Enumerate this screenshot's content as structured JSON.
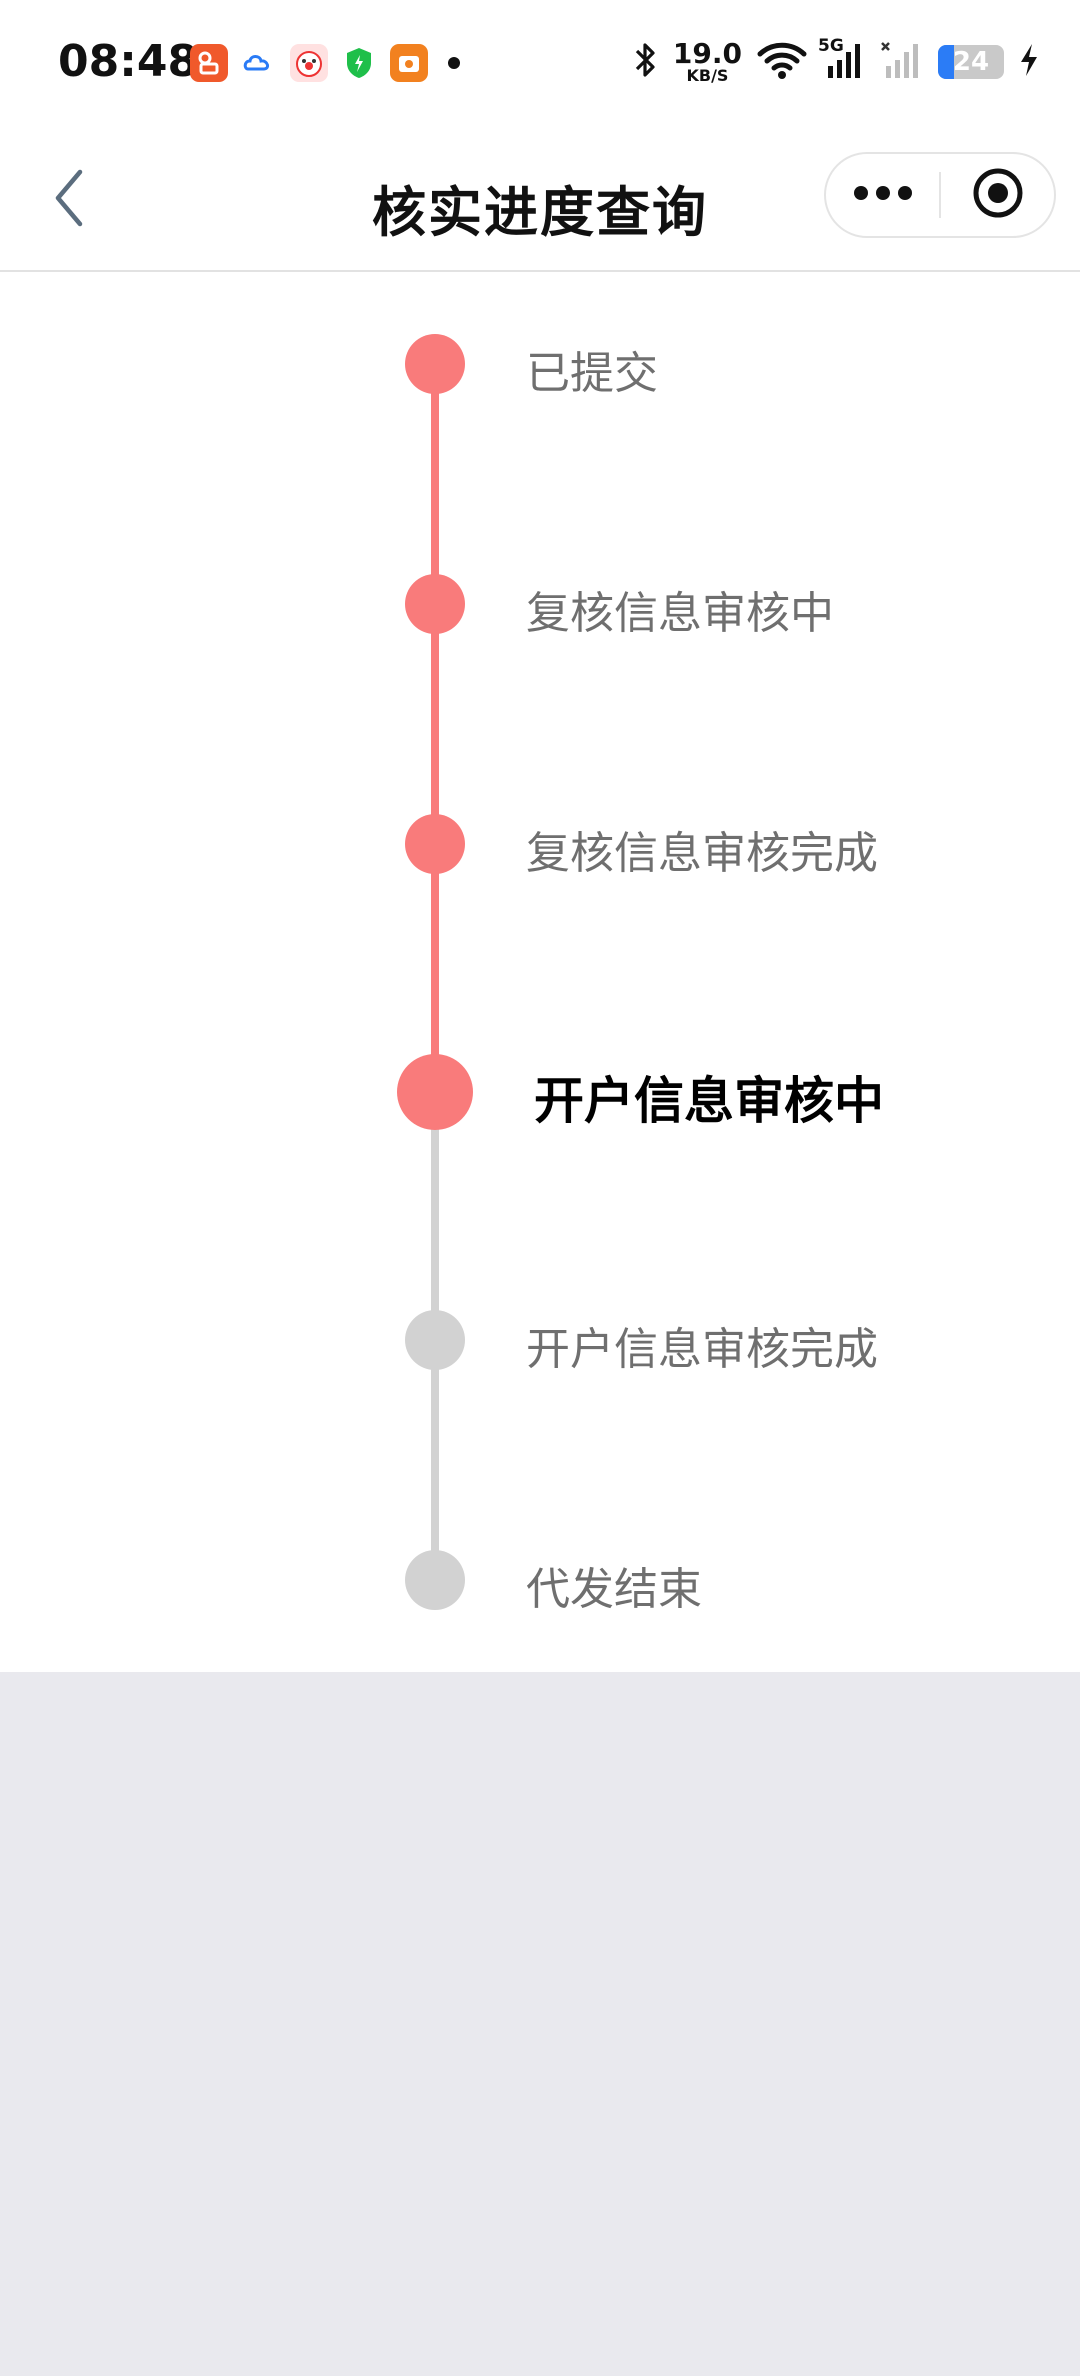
{
  "status_bar": {
    "time": "08:48",
    "net_speed": "19.0",
    "net_unit": "KB/S",
    "signal_label": "5G",
    "battery_level": "24",
    "battery_fraction": 0.24
  },
  "nav": {
    "title": "核实进度查询",
    "back_icon": "chevron-left-icon",
    "more_icon": "more-dots-icon",
    "close_icon": "target-circle-icon"
  },
  "colors": {
    "active": "#f97b7b",
    "inactive": "#d2d2d2",
    "page_bg": "#e9e9ee"
  },
  "timeline": {
    "steps": [
      {
        "label": "已提交",
        "state": "done"
      },
      {
        "label": "复核信息审核中",
        "state": "done"
      },
      {
        "label": "复核信息审核完成",
        "state": "done"
      },
      {
        "label": "开户信息审核中",
        "state": "current"
      },
      {
        "label": "开户信息审核完成",
        "state": "pending"
      },
      {
        "label": "代发结束",
        "state": "pending"
      }
    ]
  }
}
